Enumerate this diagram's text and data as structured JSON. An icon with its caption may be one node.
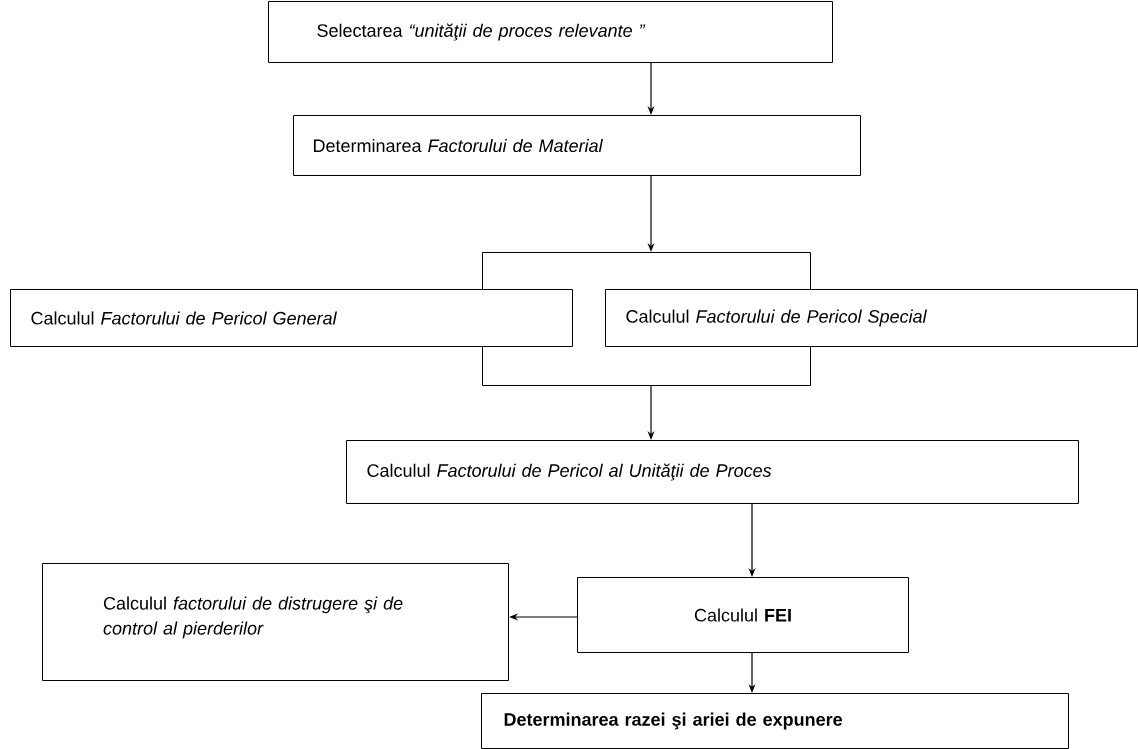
{
  "diagram": {
    "nodes": [
      {
        "text": [
          "Selectarea  *“unităţii de proces relevante ”*"
        ]
      },
      {
        "text": [
          "Determinarea *Factorului de Material*"
        ]
      },
      {
        "text": [],
        "shape": "box"
      },
      {
        "text": [
          "Calculul *Factorului de Pericol General*"
        ]
      },
      {
        "text": [
          "Calculul *Factorului de Pericol Special*"
        ]
      },
      {
        "text": [
          "Calculul *Factorului de Pericol al Unităţii de Proces*"
        ]
      },
      {
        "text": [
          "Calculul *factorului de distrugere şi de control al pierderilor*"
        ]
      },
      {
        "text": [
          "Calculul  **FEI**"
        ]
      },
      {
        "text": [
          "Determinarea razei şi ariei de expunere"
        ]
      }
    ],
    "edges": [
      {
        "from": 0,
        "to": 1,
        "arrow": "to"
      },
      {
        "from": 1,
        "to": 2,
        "arrow": "to"
      },
      {
        "from": 2,
        "to": 5,
        "arrow": "to"
      },
      {
        "from": 5,
        "to": 7,
        "arrow": "to"
      },
      {
        "from": 7,
        "to": 6,
        "arrow": "to"
      },
      {
        "from": 7,
        "to": 8,
        "arrow": "to"
      }
    ]
  }
}
